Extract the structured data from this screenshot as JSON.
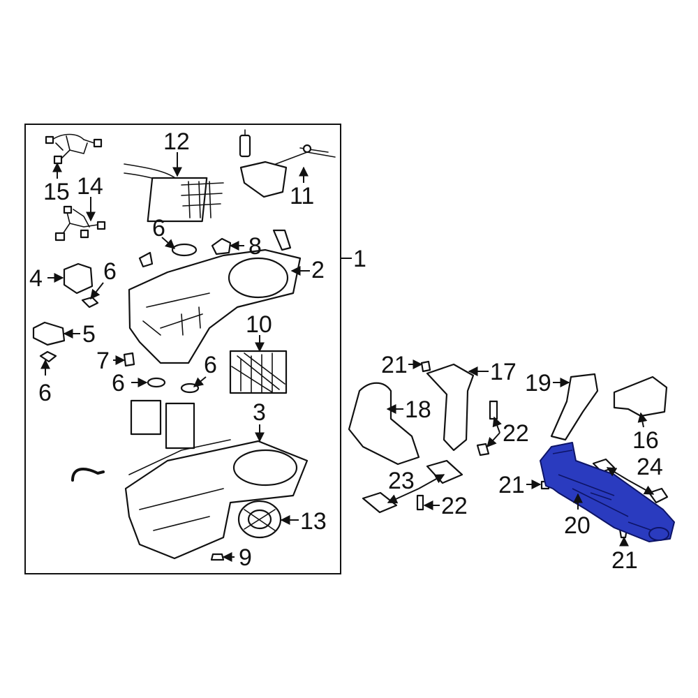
{
  "callouts": {
    "c1": "1",
    "c2": "2",
    "c3": "3",
    "c4": "4",
    "c5": "5",
    "c6a": "6",
    "c6b": "6",
    "c6c": "6",
    "c6d": "6",
    "c6e": "6",
    "c7": "7",
    "c8": "8",
    "c9": "9",
    "c10": "10",
    "c11": "11",
    "c12": "12",
    "c13": "13",
    "c14": "14",
    "c15": "15",
    "c16": "16",
    "c17": "17",
    "c18": "18",
    "c19": "19",
    "c20": "20",
    "c21a": "21",
    "c21b": "21",
    "c21c": "21",
    "c22a": "22",
    "c22b": "22",
    "c23": "23",
    "c24": "24"
  },
  "colors": {
    "highlight": "#2a3bbf",
    "line": "#111111",
    "background": "#ffffff"
  }
}
